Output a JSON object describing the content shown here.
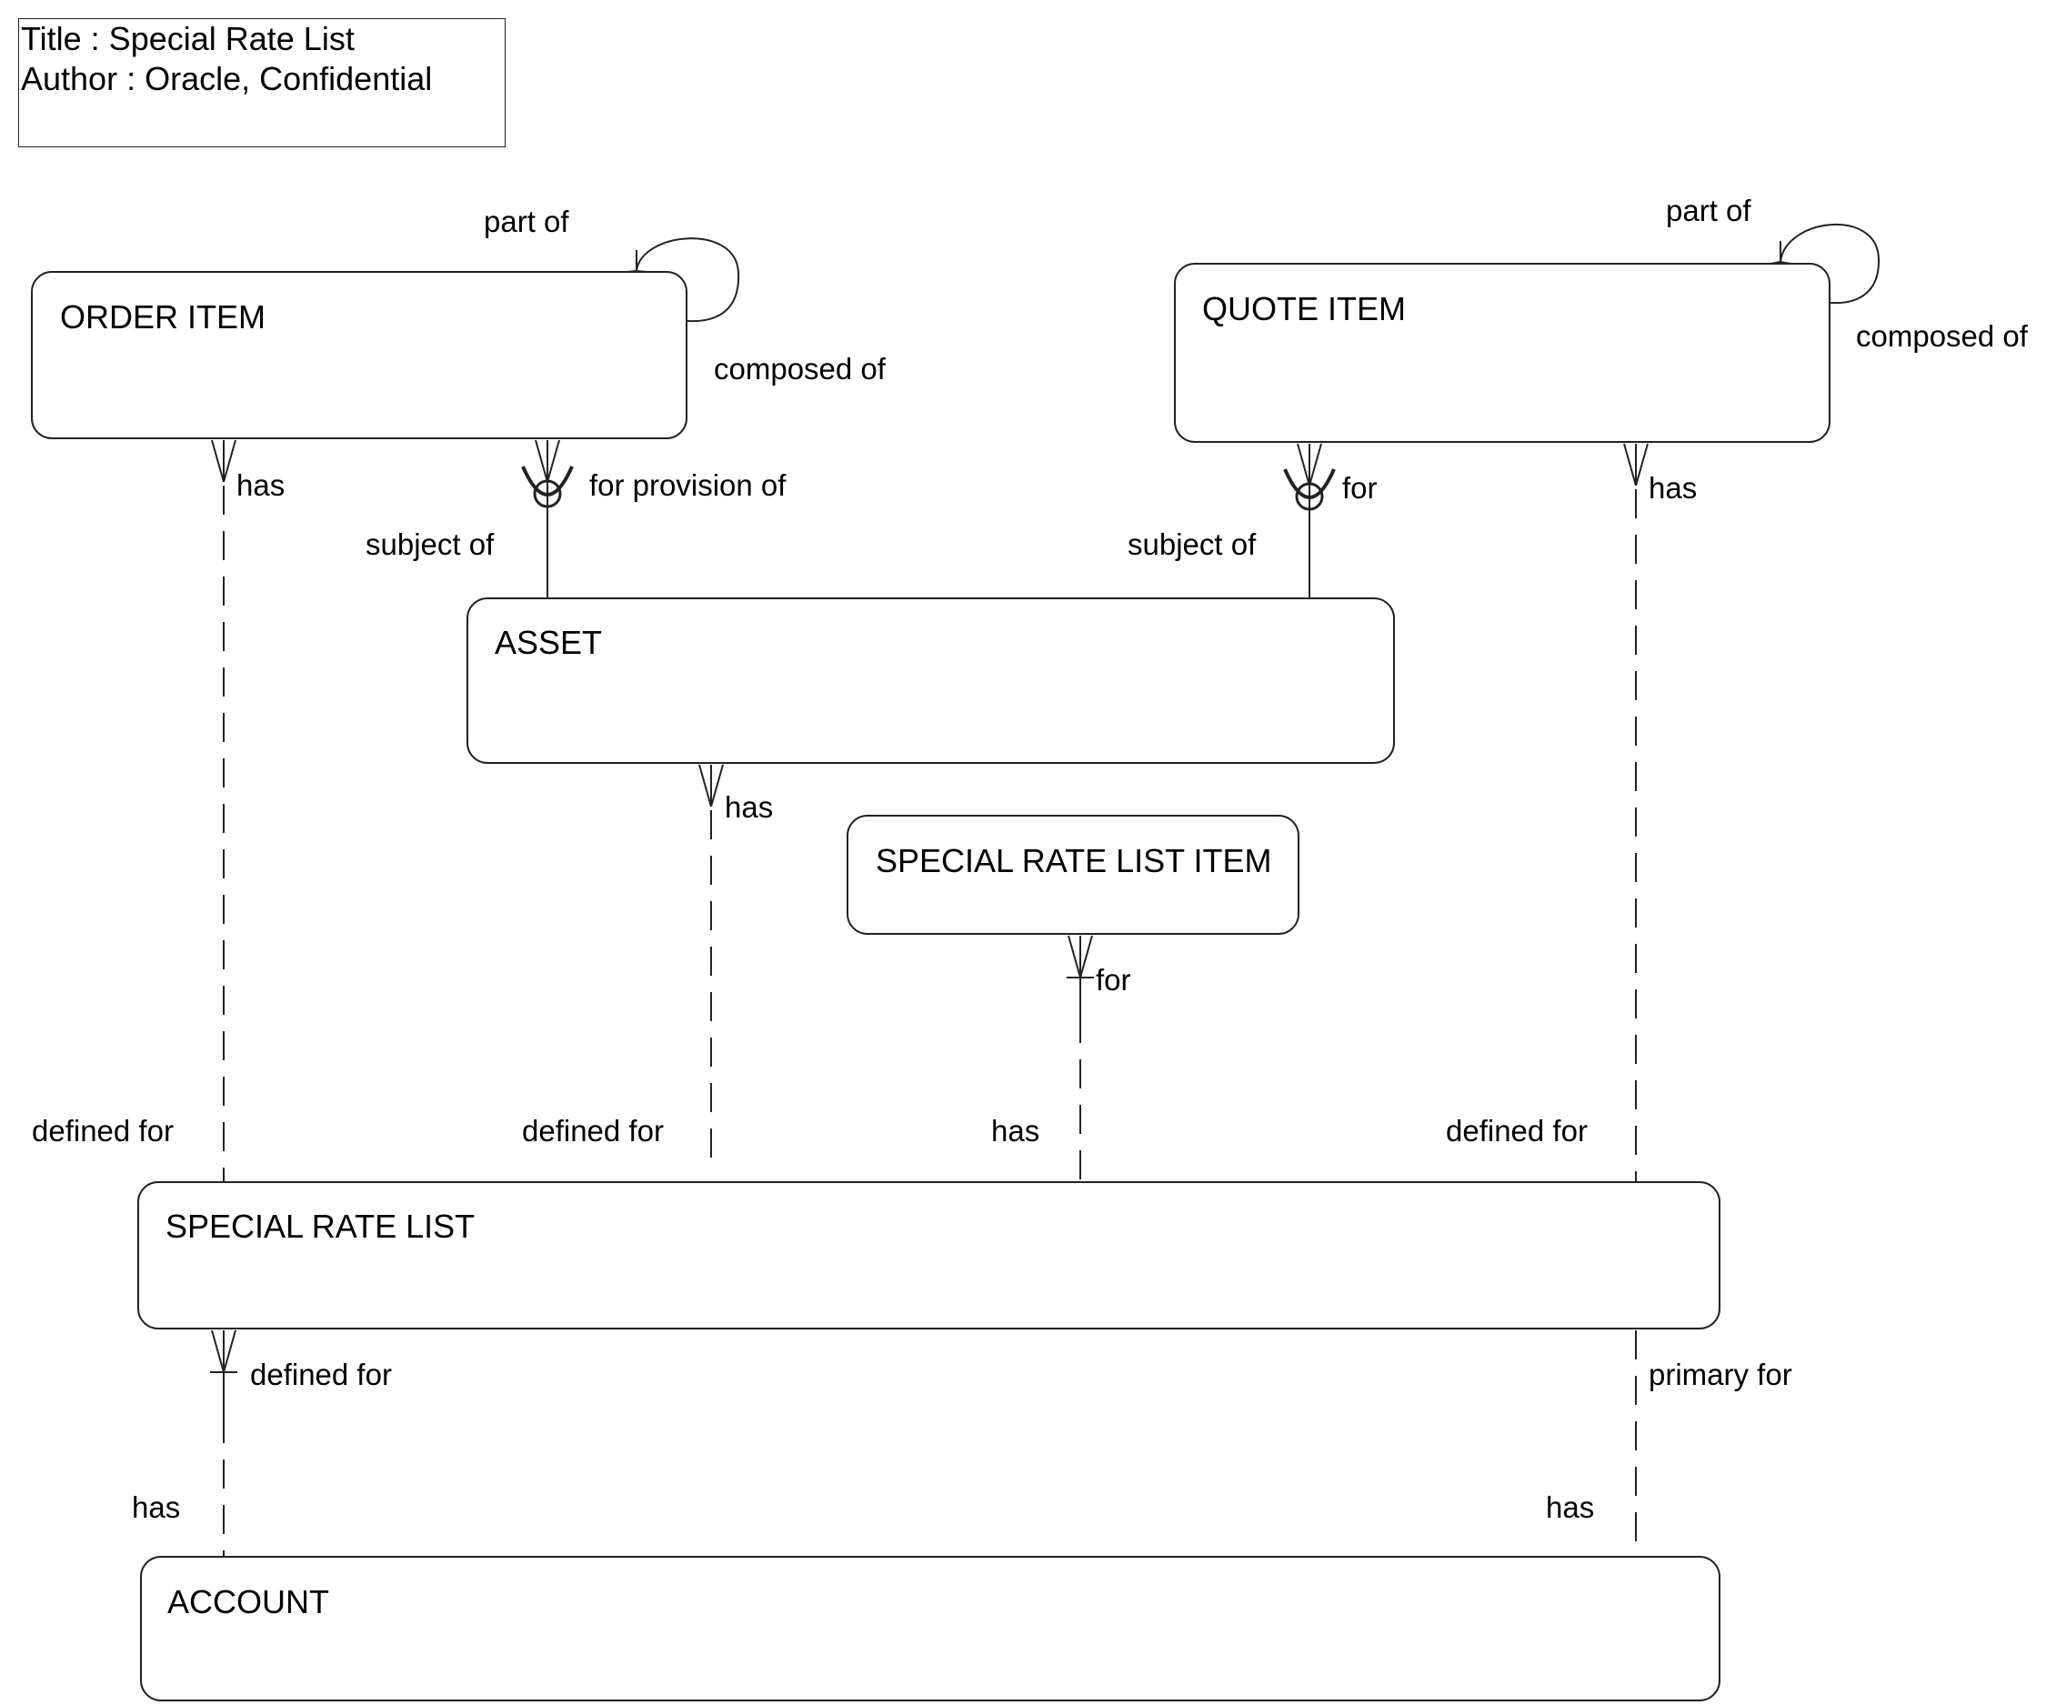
{
  "header": {
    "title_line": "Title : Special Rate List",
    "author_line": "Author : Oracle, Confidential"
  },
  "entities": {
    "order_item": "ORDER ITEM",
    "quote_item": "QUOTE ITEM",
    "asset": "ASSET",
    "special_rate_list_item": "SPECIAL RATE LIST ITEM",
    "special_rate_list": "SPECIAL RATE LIST",
    "account": "ACCOUNT"
  },
  "relationships": {
    "order_item_part_of": "part of",
    "order_item_composed_of": "composed of",
    "quote_item_part_of": "part of",
    "quote_item_composed_of": "composed of",
    "order_item_has": "has",
    "order_item_for_provision_of": "for provision of",
    "asset_subject_of_order": "subject of",
    "quote_item_for": "for",
    "asset_subject_of_quote": "subject of",
    "quote_item_has": "has",
    "asset_has": "has",
    "srl_item_for": "for",
    "srl_defined_for_order": "defined for",
    "srl_defined_for_asset": "defined for",
    "srl_has_item": "has",
    "srl_defined_for_quote": "defined for",
    "srl_defined_for_account": "defined for",
    "srl_primary_for": "primary for",
    "account_has_srl": "has",
    "account_has_primary": "has"
  }
}
